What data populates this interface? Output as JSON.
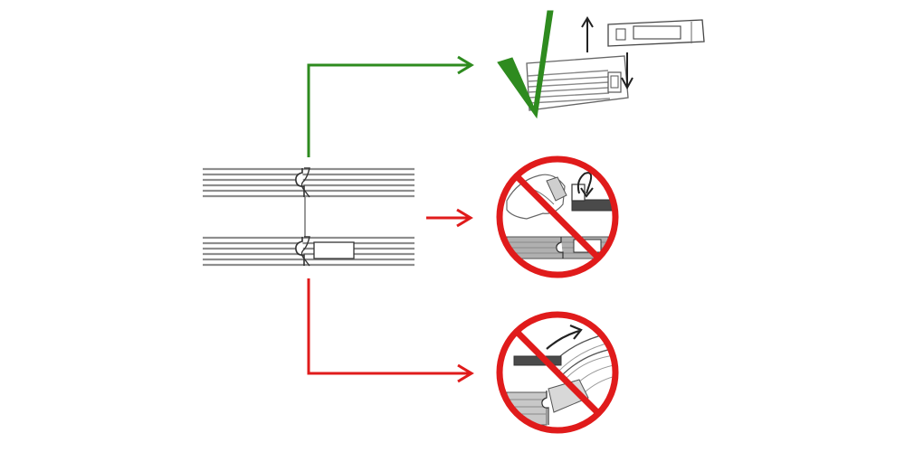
{
  "diagram": {
    "subject": "floor-plank-joining-instructions",
    "colors": {
      "correct": "#2e8b1f",
      "wrong": "#e01b1b",
      "plank_fill": "#8e8e8e",
      "plank_stroke": "#5a5a5a",
      "outline": "#333333",
      "dark_board": "#4a4a4a"
    },
    "left_assembly": {
      "plank_count": 2,
      "lines_per_plank": 6
    },
    "options": [
      {
        "id": "pull-apart-vertical",
        "verdict": "correct",
        "indicator": "check-mark-icon"
      },
      {
        "id": "lift-and-rotate",
        "verdict": "wrong",
        "indicator": "prohibited-icon"
      },
      {
        "id": "angle-and-bend",
        "verdict": "wrong",
        "indicator": "prohibited-icon"
      }
    ]
  }
}
